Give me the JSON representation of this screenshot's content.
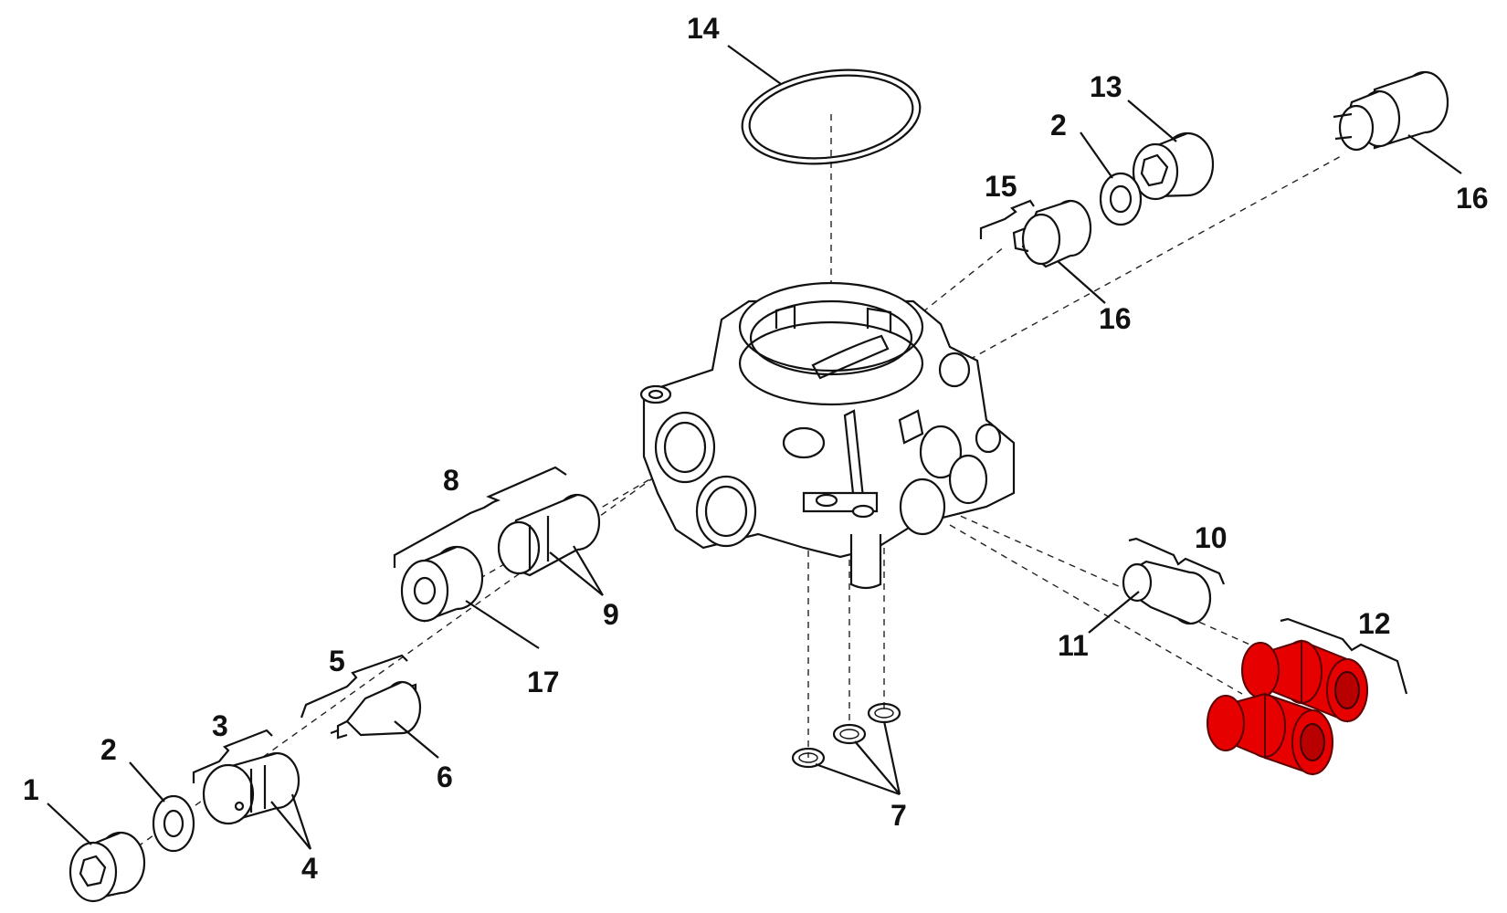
{
  "callouts": {
    "c1": "1",
    "c2a": "2",
    "c2b": "2",
    "c3": "3",
    "c4": "4",
    "c5": "5",
    "c6": "6",
    "c7": "7",
    "c8": "8",
    "c9": "9",
    "c10": "10",
    "c11": "11",
    "c12": "12",
    "c13": "13",
    "c14": "14",
    "c15": "15",
    "c16a": "16",
    "c16b": "16",
    "c17": "17"
  },
  "colors": {
    "highlight": "#e60000",
    "line": "#111111",
    "background": "#ffffff"
  },
  "highlighted_part": "12"
}
